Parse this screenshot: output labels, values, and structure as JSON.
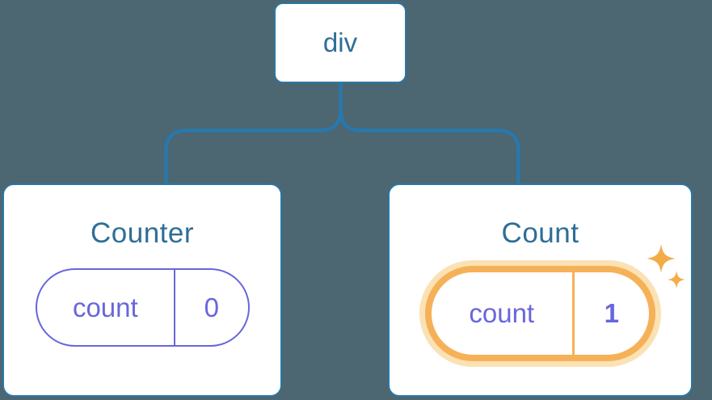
{
  "diagram": {
    "description": "React component tree diagram: a div root with two children holding state pills",
    "background_color": "#4C6672",
    "line_color": "#2878AD",
    "card_border_color": "#2B77A5",
    "title_color": "#2E6E96",
    "state_color": "#6866DB",
    "highlight_color": "#F6B158",
    "highlight_glow_color": "#FBE2B4",
    "sparkle_color": "#F3AC47",
    "root": {
      "label": "div"
    },
    "children": [
      {
        "title": "Counter",
        "state": {
          "key": "count",
          "value": "0"
        },
        "highlighted": false
      },
      {
        "title": "Count",
        "state": {
          "key": "count",
          "value": "1"
        },
        "highlighted": true
      }
    ]
  }
}
